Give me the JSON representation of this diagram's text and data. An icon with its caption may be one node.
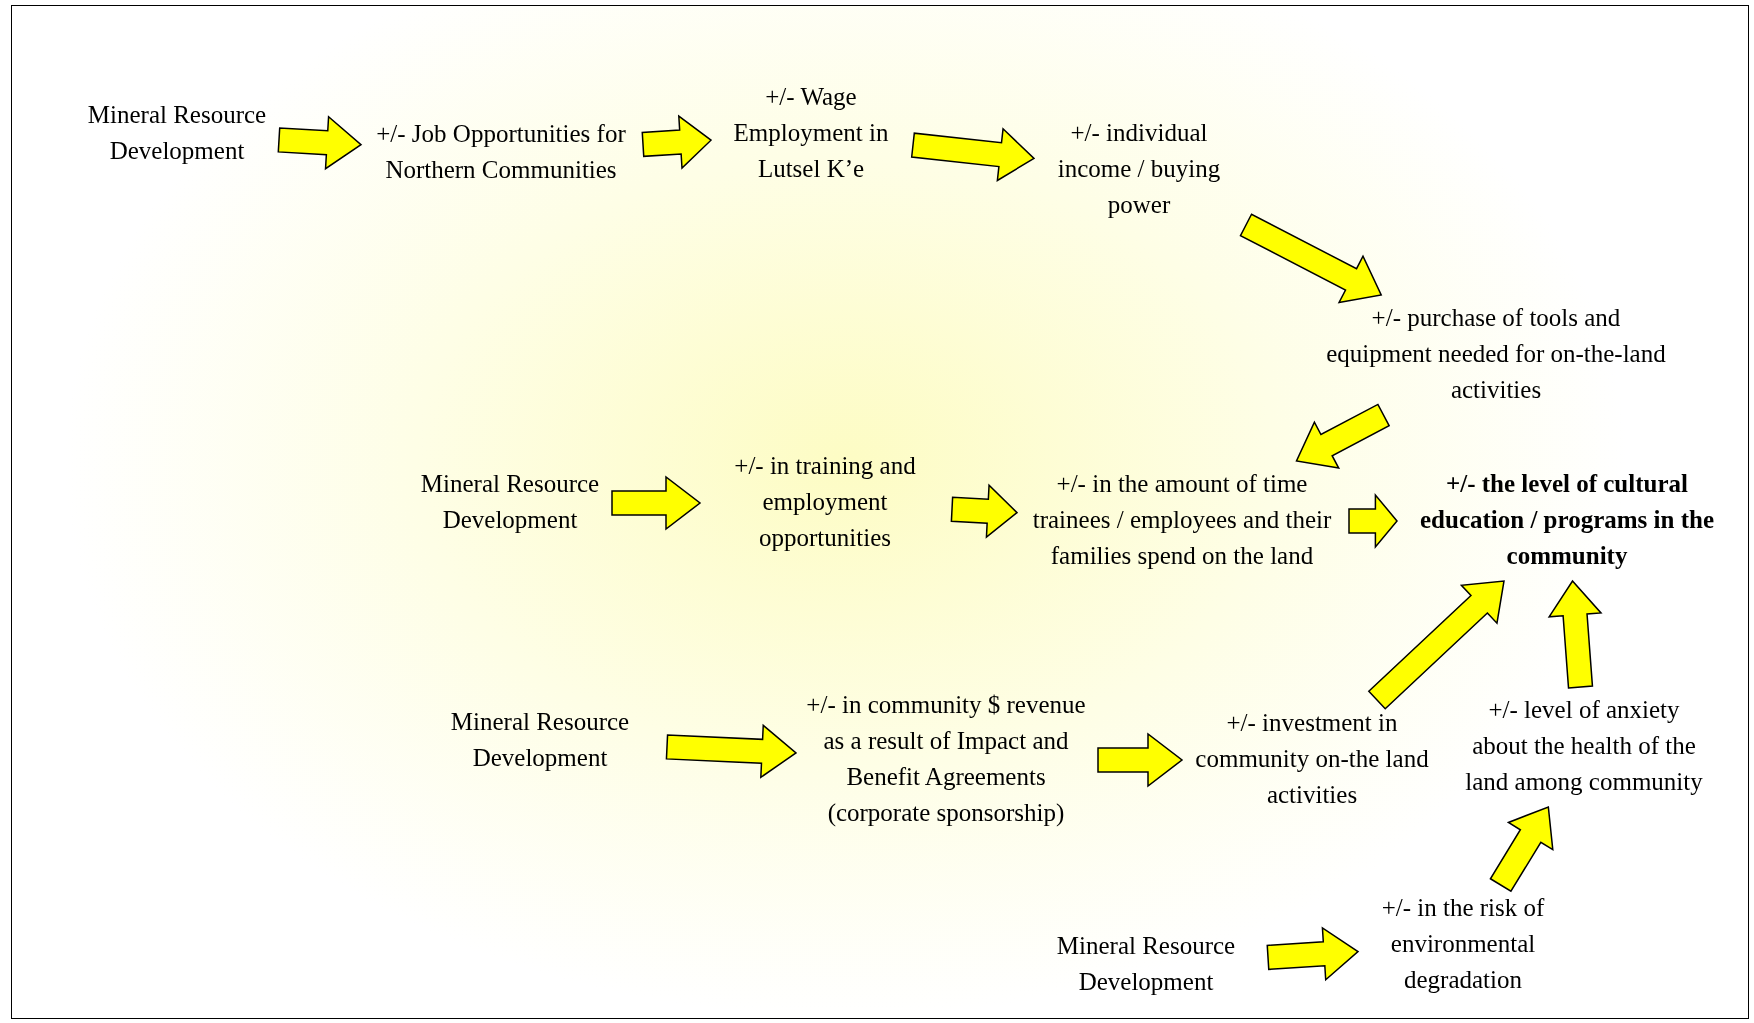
{
  "diagram": {
    "nodes": [
      {
        "text": [
          "Mineral Resource Development"
        ]
      },
      {
        "text": [
          "+/- Job Opportunities for Northern Communities"
        ]
      },
      {
        "text": [
          "+/- Wage Employment in Lutsel K’e"
        ]
      },
      {
        "text": [
          "+/- individual income / buying power"
        ]
      },
      {
        "text": [
          "+/- purchase of tools and equipment needed for on-the-land activities"
        ]
      },
      {
        "text": [
          "Mineral Resource Development"
        ]
      },
      {
        "text": [
          "+/- in training and employment opportunities"
        ]
      },
      {
        "text": [
          "+/- in the amount of time trainees / employees and their families spend on the land"
        ]
      },
      {
        "text": [
          "+/- the level of cultural education / programs in the community"
        ]
      },
      {
        "text": [
          "Mineral Resource Development"
        ]
      },
      {
        "text": [
          "+/- in community $ revenue as a result of Impact and Benefit Agreements (corporate sponsorship)"
        ]
      },
      {
        "text": [
          "+/- investment in community on-the land activities"
        ]
      },
      {
        "text": [
          "+/- level of anxiety about the health of the land among community"
        ]
      },
      {
        "text": [
          "Mineral Resource Development"
        ]
      },
      {
        "text": [
          "+/- in the risk of environmental degradation"
        ]
      }
    ],
    "edges": [
      {
        "from": 0,
        "to": 1,
        "arrow": "to"
      },
      {
        "from": 1,
        "to": 2,
        "arrow": "to"
      },
      {
        "from": 2,
        "to": 3,
        "arrow": "to"
      },
      {
        "from": 3,
        "to": 4,
        "arrow": "to"
      },
      {
        "from": 4,
        "to": 7,
        "arrow": "to"
      },
      {
        "from": 5,
        "to": 6,
        "arrow": "to"
      },
      {
        "from": 6,
        "to": 7,
        "arrow": "to"
      },
      {
        "from": 7,
        "to": 8,
        "arrow": "to"
      },
      {
        "from": 9,
        "to": 10,
        "arrow": "to"
      },
      {
        "from": 10,
        "to": 11,
        "arrow": "to"
      },
      {
        "from": 11,
        "to": 8,
        "arrow": "to"
      },
      {
        "from": 12,
        "to": 8,
        "arrow": "to"
      },
      {
        "from": 13,
        "to": 14,
        "arrow": "to"
      },
      {
        "from": 14,
        "to": 12,
        "arrow": "to"
      }
    ]
  }
}
